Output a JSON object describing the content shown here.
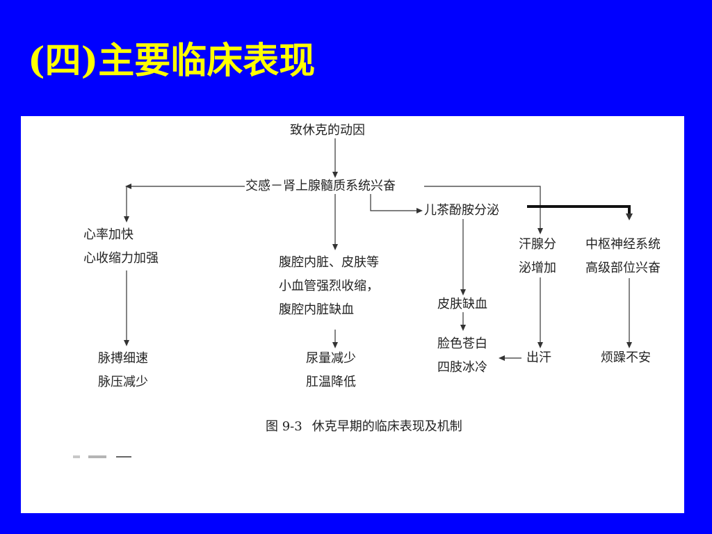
{
  "slide": {
    "title": "(四)主要临床表现"
  },
  "diagram": {
    "cause": "致休克的动因",
    "sympathetic": "交感－肾上腺髓质系统兴奋",
    "catecholamine": "儿茶酚胺分泌",
    "heart": [
      "心率加快",
      "心收缩力加强"
    ],
    "visceral": [
      "腹腔内脏、皮肤等",
      "小血管强烈收缩，",
      "腹腔内脏缺血"
    ],
    "skin_ischemia": "皮肤缺血",
    "sweat_gland": [
      "汗腺分",
      "泌增加"
    ],
    "cns": [
      "中枢神经系统",
      "高级部位兴奋"
    ],
    "pulse": [
      "脉搏细速",
      "脉压减少"
    ],
    "urine": [
      "尿量减少",
      "肛温降低"
    ],
    "face": [
      "脸色苍白",
      "四肢冰冷"
    ],
    "sweating": "出汗",
    "restless": "烦躁不安",
    "caption": {
      "number": "图 9-3",
      "text": "休克早期的临床表现及机制"
    }
  }
}
